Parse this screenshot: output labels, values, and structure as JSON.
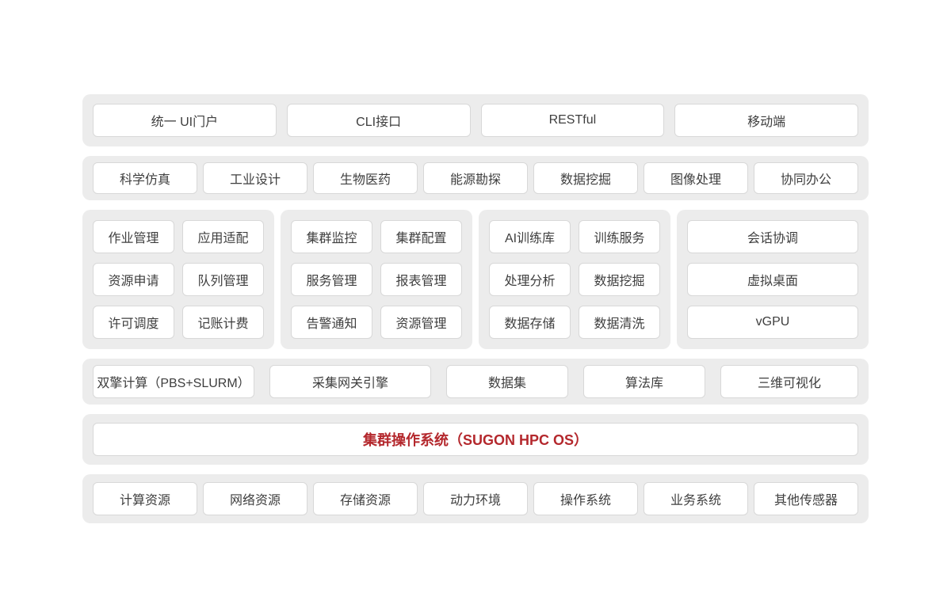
{
  "colors": {
    "accent_red": "#b4282d",
    "layer_bg": "#ececec",
    "box_border": "#d8d8d8",
    "text": "#3e3e3e"
  },
  "layers": {
    "access": {
      "items": [
        "统一 UI门户",
        "CLI接口",
        "RESTful",
        "移动端"
      ]
    },
    "apps": {
      "items": [
        "科学仿真",
        "工业设计",
        "生物医药",
        "能源勘探",
        "数据挖掘",
        "图像处理",
        "协同办公"
      ]
    },
    "modules": {
      "groups": [
        {
          "items": [
            "作业管理",
            "应用适配",
            "资源申请",
            "队列管理",
            "许可调度",
            "记账计费"
          ]
        },
        {
          "items": [
            "集群监控",
            "集群配置",
            "服务管理",
            "报表管理",
            "告警通知",
            "资源管理"
          ]
        },
        {
          "items": [
            "AI训练库",
            "训练服务",
            "处理分析",
            "数据挖掘",
            "数据存储",
            "数据清洗"
          ]
        },
        {
          "items": [
            "会话协调",
            "虚拟桌面",
            "vGPU"
          ]
        }
      ]
    },
    "engines": {
      "items": [
        "双擎计算（PBS+SLURM）",
        "采集网关引擎",
        "数据集",
        "算法库",
        "三维可视化"
      ]
    },
    "os": {
      "label": "集群操作系统（SUGON HPC OS）"
    },
    "resources": {
      "items": [
        "计算资源",
        "网络资源",
        "存储资源",
        "动力环境",
        "操作系统",
        "业务系统",
        "其他传感器"
      ]
    }
  }
}
